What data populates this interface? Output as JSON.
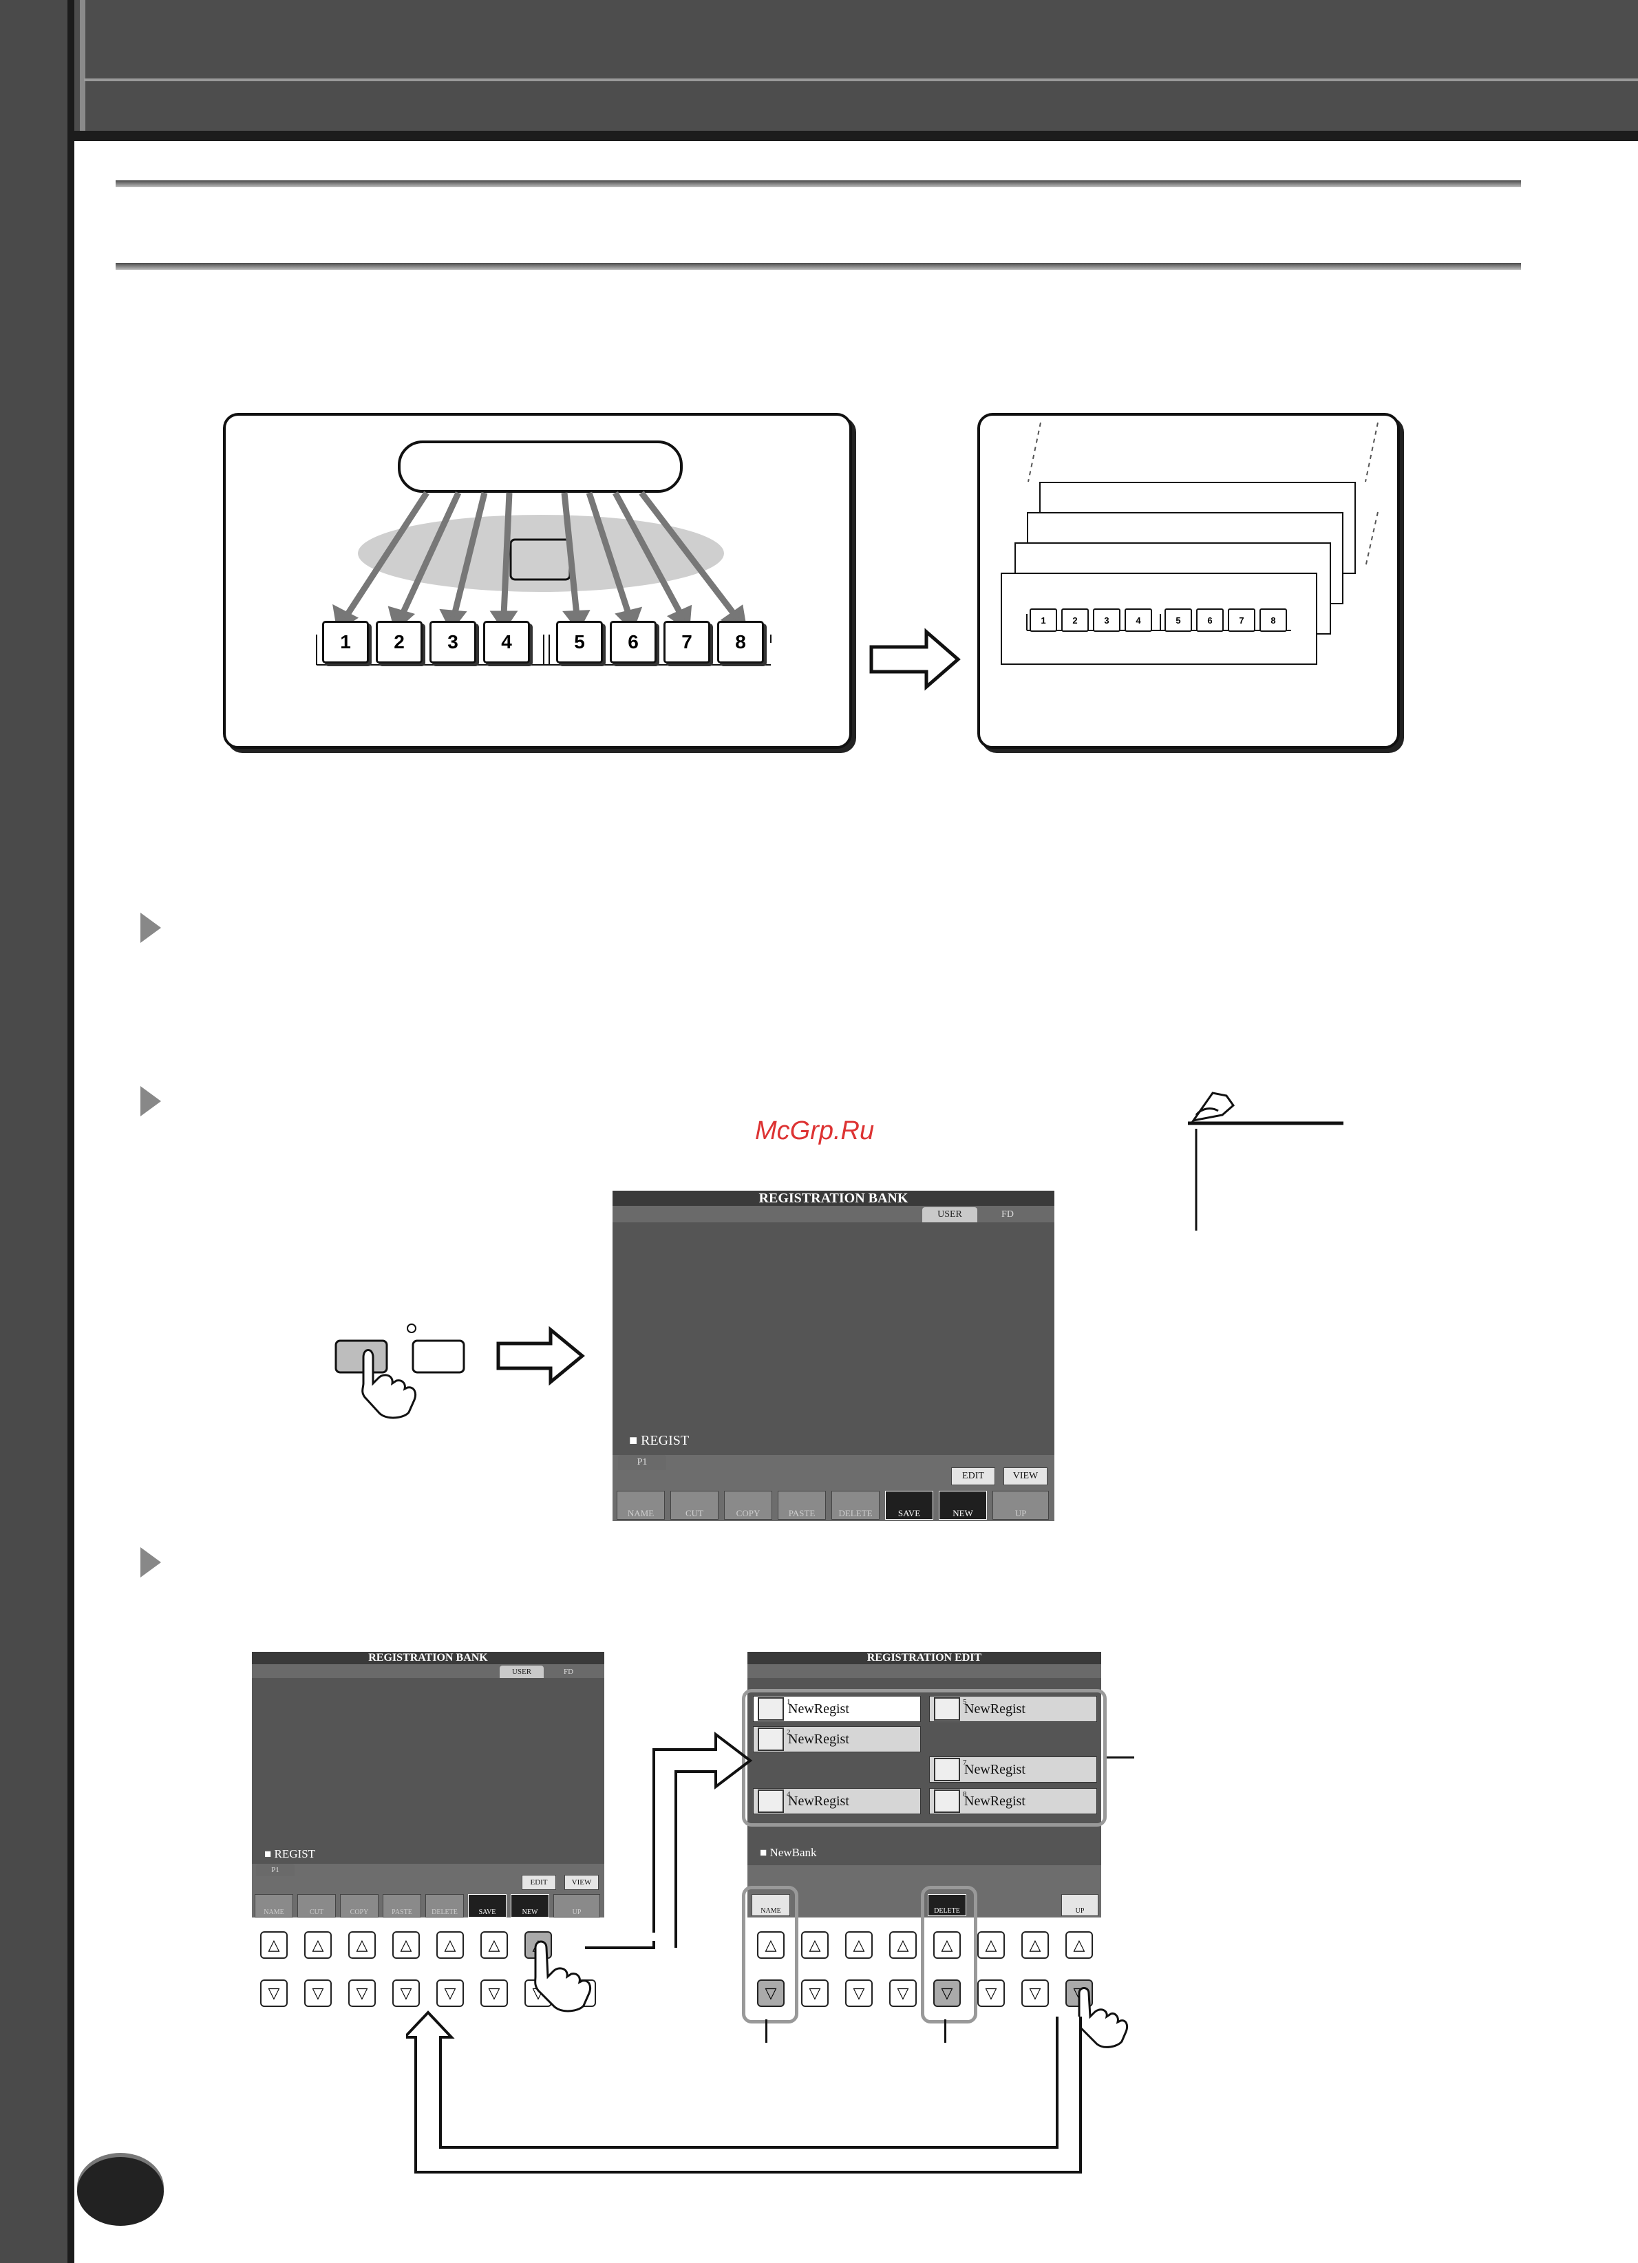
{
  "watermark": "McGrp.Ru",
  "diagram_buttons": [
    "1",
    "2",
    "3",
    "4",
    "5",
    "6",
    "7",
    "8"
  ],
  "screen_top": {
    "title": "REGISTRATION BANK",
    "tabs": [
      "USER",
      "FD"
    ],
    "folder": "REGIST",
    "page_tab": "P1",
    "upper_buttons": [
      "EDIT",
      "VIEW"
    ],
    "buttons": [
      "NAME",
      "CUT",
      "COPY",
      "PASTE",
      "DELETE",
      "SAVE",
      "NEW",
      "UP"
    ]
  },
  "screen_bank_small": {
    "title": "REGISTRATION BANK",
    "tabs": [
      "USER",
      "FD"
    ],
    "folder": "REGIST",
    "page_tab": "P1",
    "upper_buttons": [
      "EDIT",
      "VIEW"
    ],
    "buttons": [
      "NAME",
      "CUT",
      "COPY",
      "PASTE",
      "DELETE",
      "SAVE",
      "NEW",
      "UP"
    ]
  },
  "screen_edit": {
    "title": "REGISTRATION EDIT",
    "registrations": [
      {
        "num": "1",
        "name": "NewRegist"
      },
      {
        "num": "2",
        "name": "NewRegist"
      },
      {
        "num": "4",
        "name": "NewRegist"
      },
      {
        "num": "5",
        "name": "NewRegist"
      },
      {
        "num": "7",
        "name": "NewRegist"
      },
      {
        "num": "8",
        "name": "NewRegist"
      }
    ],
    "bank_name": "NewBank",
    "buttons": [
      "NAME",
      "DELETE",
      "UP"
    ]
  },
  "panel_buttons": {
    "up": "△",
    "down": "▽"
  },
  "icons": [
    "arrow-right-icon",
    "hand-pointer-icon",
    "folder-icon",
    "note-pen-icon",
    "step-triangle-icon"
  ],
  "colors": {
    "lcd_bg": "#555555",
    "header": "#4d4d4d",
    "accent_gray": "#999999"
  }
}
